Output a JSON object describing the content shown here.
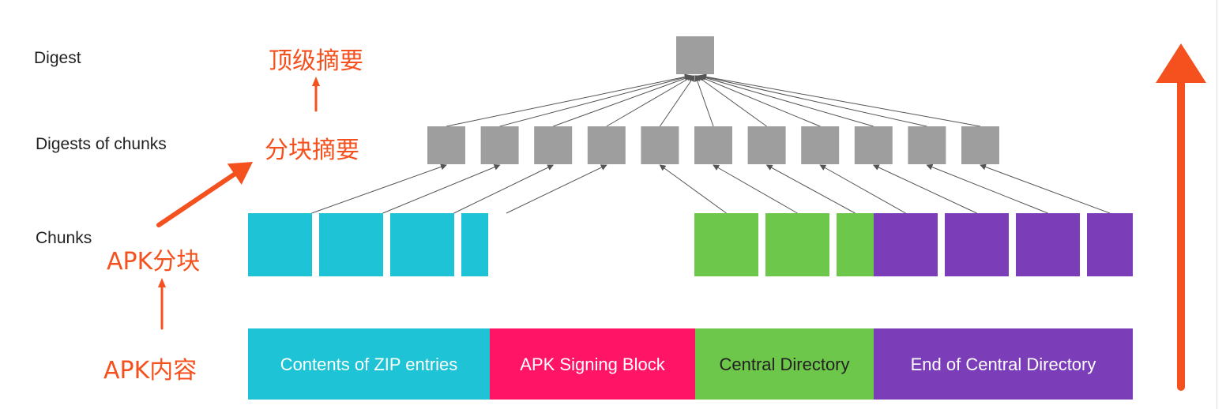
{
  "levels": {
    "digest": "Digest",
    "digests_of_chunks": "Digests of chunks",
    "chunks": "Chunks"
  },
  "annotations": {
    "top_digest": "顶级摘要",
    "chunk_digests": "分块摘要",
    "apk_chunks": "APK分块",
    "apk_contents": "APK内容"
  },
  "segments": [
    {
      "label": "Contents of ZIP entries",
      "color": "#1fc3d6",
      "text_color": "#ffffff"
    },
    {
      "label": "APK Signing Block",
      "color": "#ff1466",
      "text_color": "#ffffff"
    },
    {
      "label": "Central Directory",
      "color": "#6cc74a",
      "text_color": "#222222"
    },
    {
      "label": "End of Central Directory",
      "color": "#7b3db8",
      "text_color": "#ffffff"
    }
  ],
  "colors": {
    "digest_box": "#9e9e9e",
    "annotation": "#f4511e",
    "connector": "#555555"
  }
}
